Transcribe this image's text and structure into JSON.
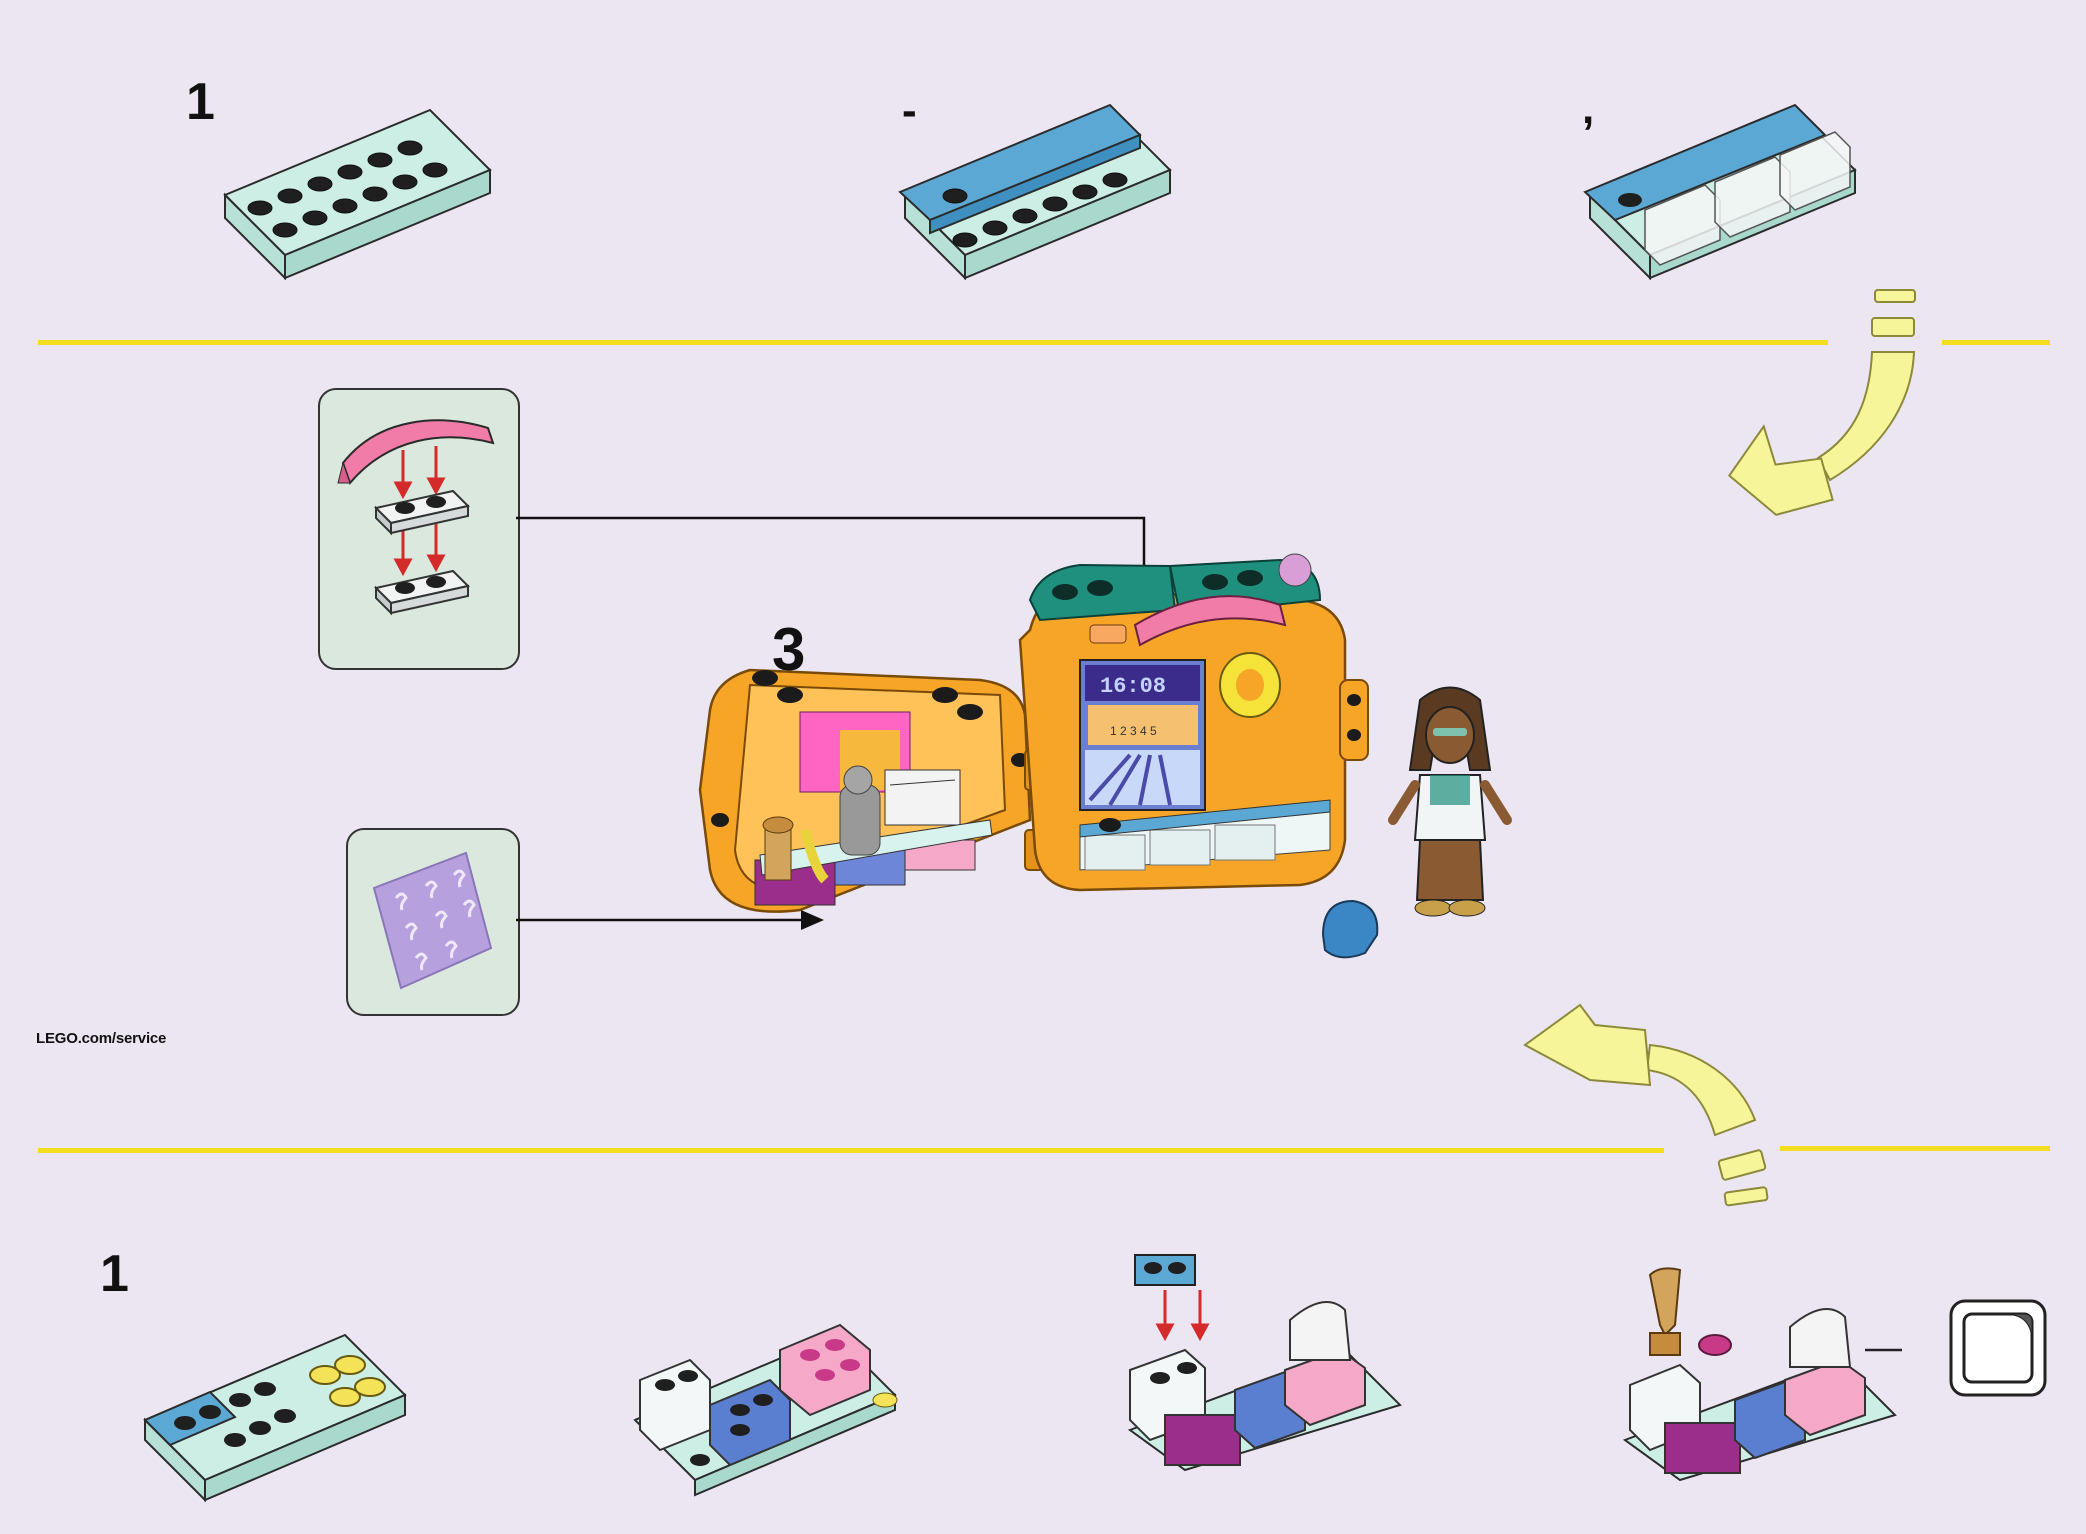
{
  "steps": {
    "top_first": "1",
    "top_second": "-",
    "top_third": ",",
    "main": "3",
    "bottom_first": "1"
  },
  "footer": {
    "service_link": "LEGO.com/service"
  },
  "display": {
    "clock": "16:08",
    "lane_numbers": "1 2 3 4 5"
  },
  "colors": {
    "divider": "#f2dd20",
    "arrow": "#f7f59a",
    "cube_orange": "#f6a526",
    "teal": "#1f8f7e",
    "pink": "#f07ca7",
    "plate_mint": "#cdeee5",
    "callout_bg": "#dbe8de"
  }
}
